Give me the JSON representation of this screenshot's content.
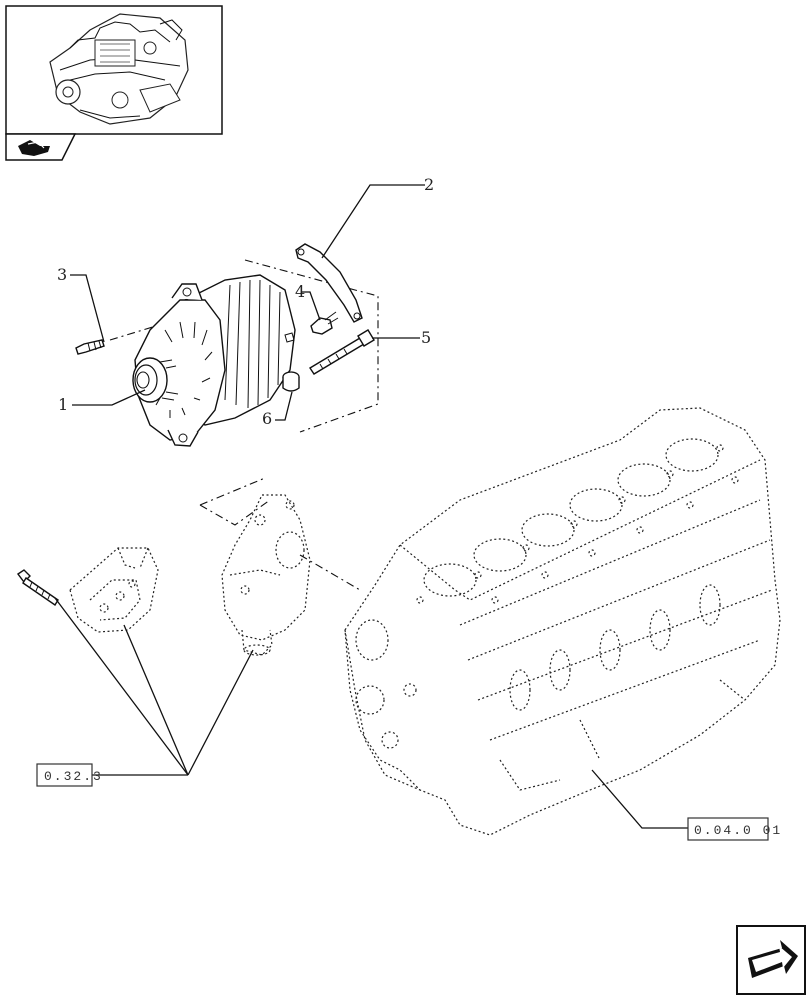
{
  "diagram": {
    "callouts": [
      {
        "id": "1",
        "label": "1"
      },
      {
        "id": "2",
        "label": "2"
      },
      {
        "id": "3",
        "label": "3"
      },
      {
        "id": "4",
        "label": "4"
      },
      {
        "id": "5",
        "label": "5"
      },
      {
        "id": "6",
        "label": "6"
      }
    ],
    "references": [
      {
        "id": "ref-a",
        "label": "0.32.3"
      },
      {
        "id": "ref-b",
        "label": "0.04.0 01"
      }
    ]
  },
  "icons": {
    "thumbnail": "engine-thumbnail-icon",
    "section_tab": "book-section-icon",
    "next_page": "next-page-arrow-icon"
  }
}
